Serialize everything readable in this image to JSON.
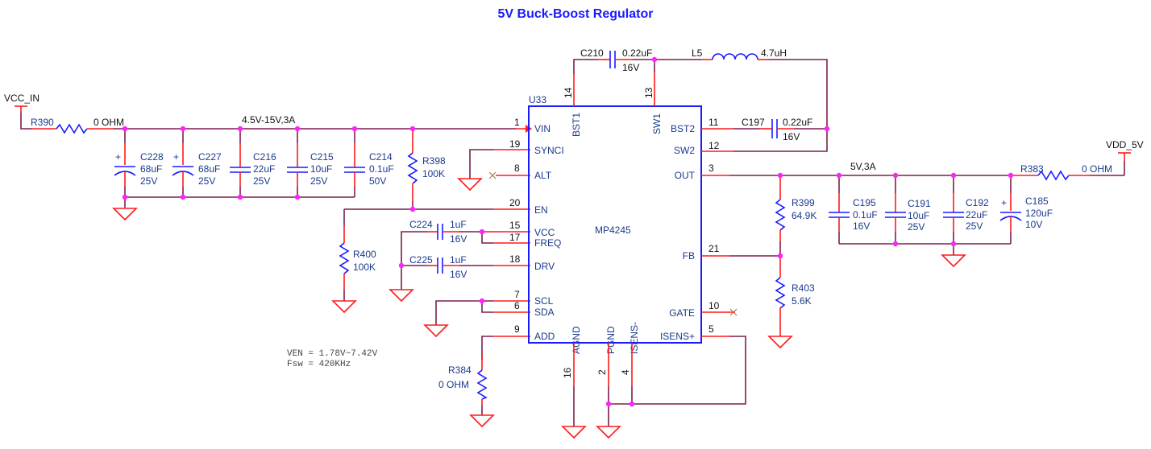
{
  "title": "5V Buck-Boost Regulator",
  "colors": {
    "wire": "#7a1f4f",
    "pin": "#ff1a1a",
    "component": "#1a1aff",
    "junction": "#ff22ff",
    "title": "#1a1aff"
  },
  "nets": {
    "vcc_in": "VCC_IN",
    "vdd_5v": "VDD_5V",
    "input_rail": "4.5V-15V,3A",
    "output_rail": "5V,3A"
  },
  "ic": {
    "ref": "U33",
    "part": "MP4245",
    "pins_left": [
      {
        "num": "1",
        "name": "VIN"
      },
      {
        "num": "19",
        "name": "SYNCI"
      },
      {
        "num": "8",
        "name": "ALT"
      },
      {
        "num": "20",
        "name": "EN"
      },
      {
        "num": "15",
        "name": "VCC"
      },
      {
        "num": "17",
        "name": "FREQ"
      },
      {
        "num": "18",
        "name": "DRV"
      },
      {
        "num": "7",
        "name": "SCL"
      },
      {
        "num": "6",
        "name": "SDA"
      },
      {
        "num": "9",
        "name": "ADD"
      }
    ],
    "pins_right": [
      {
        "num": "11",
        "name": "BST2"
      },
      {
        "num": "12",
        "name": "SW2"
      },
      {
        "num": "3",
        "name": "OUT"
      },
      {
        "num": "21",
        "name": "FB"
      },
      {
        "num": "10",
        "name": "GATE"
      },
      {
        "num": "5",
        "name": "ISENS+"
      }
    ],
    "pins_top": [
      {
        "num": "14",
        "name": "BST1"
      },
      {
        "num": "13",
        "name": "SW1"
      }
    ],
    "pins_bottom": [
      {
        "num": "16",
        "name": "AGND"
      },
      {
        "num": "2",
        "name": "PGND"
      },
      {
        "num": "4",
        "name": "ISENS-"
      }
    ]
  },
  "components": {
    "R390": {
      "ref": "R390",
      "value": "0 OHM"
    },
    "C228": {
      "ref": "C228",
      "value": "68uF",
      "voltage": "25V",
      "polarity": "+"
    },
    "C227": {
      "ref": "C227",
      "value": "68uF",
      "voltage": "25V",
      "polarity": "+"
    },
    "C216": {
      "ref": "C216",
      "value": "22uF",
      "voltage": "25V"
    },
    "C215": {
      "ref": "C215",
      "value": "10uF",
      "voltage": "25V"
    },
    "C214": {
      "ref": "C214",
      "value": "0.1uF",
      "voltage": "50V"
    },
    "R398": {
      "ref": "R398",
      "value": "100K"
    },
    "R400": {
      "ref": "R400",
      "value": "100K"
    },
    "C224": {
      "ref": "C224",
      "value": "1uF",
      "voltage": "16V"
    },
    "C225": {
      "ref": "C225",
      "value": "1uF",
      "voltage": "16V"
    },
    "R384": {
      "ref": "R384",
      "value": "0 OHM"
    },
    "C210": {
      "ref": "C210",
      "value": "0.22uF",
      "voltage": "16V"
    },
    "L5": {
      "ref": "L5",
      "value": "4.7uH"
    },
    "C197": {
      "ref": "C197",
      "value": "0.22uF",
      "voltage": "16V"
    },
    "R399": {
      "ref": "R399",
      "value": "64.9K"
    },
    "R403": {
      "ref": "R403",
      "value": "5.6K"
    },
    "C195": {
      "ref": "C195",
      "value": "0.1uF",
      "voltage": "16V"
    },
    "C191": {
      "ref": "C191",
      "value": "10uF",
      "voltage": "25V"
    },
    "C192": {
      "ref": "C192",
      "value": "22uF",
      "voltage": "25V"
    },
    "C185": {
      "ref": "C185",
      "value": "120uF",
      "voltage": "10V",
      "polarity": "+"
    },
    "R383": {
      "ref": "R383",
      "value": "0 OHM"
    }
  },
  "notes": [
    "VEN = 1.78V~7.42V",
    "Fsw = 420KHz"
  ]
}
